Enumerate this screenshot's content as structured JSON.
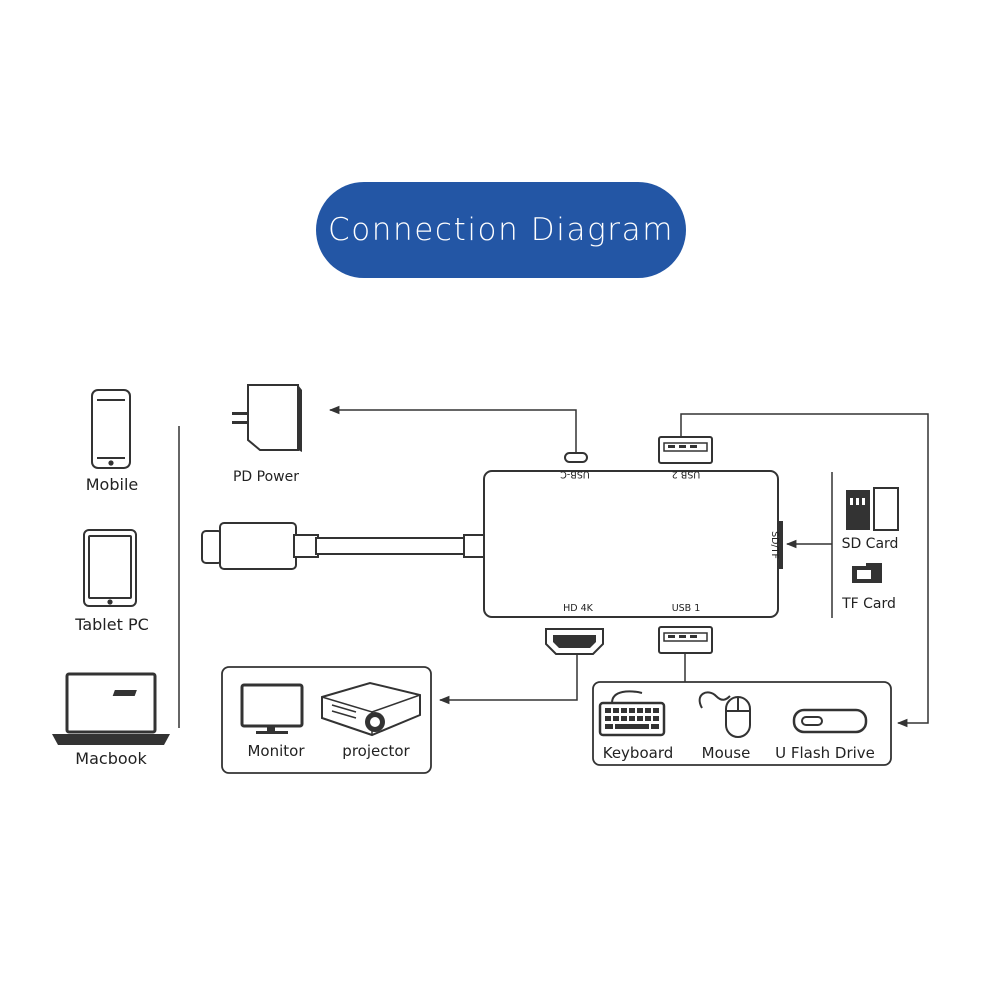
{
  "title": "Connection Diagram",
  "colors": {
    "title_bg": "#2356a5",
    "title_text": "#ffffff",
    "line": "#333333"
  },
  "host_devices": [
    {
      "label": "Mobile",
      "icon": "phone-icon"
    },
    {
      "label": "Tablet PC",
      "icon": "tablet-icon"
    },
    {
      "label": "Macbook",
      "icon": "laptop-icon"
    }
  ],
  "ports": {
    "usb_c": "USB-C",
    "usb2": "USB 2",
    "usb1": "USB 1",
    "hd4k": "HD 4K",
    "sdtf": "SD/TF"
  },
  "power": {
    "label": "PD Power",
    "icon": "power-adapter-icon"
  },
  "cards": [
    {
      "label": "SD Card",
      "icon": "sd-card-icon"
    },
    {
      "label": "TF Card",
      "icon": "tf-card-icon"
    }
  ],
  "display_group": [
    {
      "label": "Monitor",
      "icon": "monitor-icon"
    },
    {
      "label": "projector",
      "icon": "projector-icon"
    }
  ],
  "usb_group": [
    {
      "label": "Keyboard",
      "icon": "keyboard-icon"
    },
    {
      "label": "Mouse",
      "icon": "mouse-icon"
    },
    {
      "label": "U Flash Drive",
      "icon": "flash-drive-icon"
    }
  ]
}
